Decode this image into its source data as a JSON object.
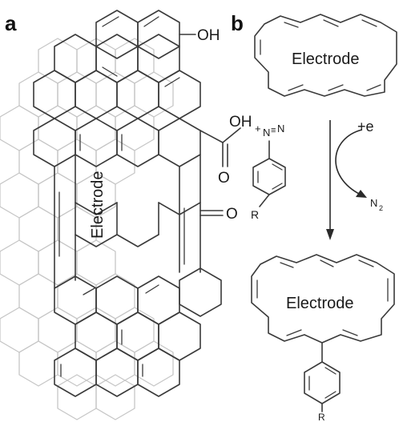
{
  "panels": {
    "a": {
      "letter": "a",
      "electrode_label": "Electrode",
      "group_oh": "OH",
      "group_cooh_oh": "OH",
      "group_cooh_o": "O",
      "group_ketone_o": "O"
    },
    "b": {
      "letter": "b",
      "electrode_top": "Electrode",
      "electrode_bottom": "Electrode",
      "diazonium_charge": "+",
      "diazonium_n1": "N",
      "diazonium_triple": "≡",
      "diazonium_n2": "N",
      "diazonium_r": "R",
      "reagent": "+e",
      "byproduct_n": "N",
      "byproduct_sub": "2",
      "product_r": "R"
    }
  },
  "colors": {
    "bond": "#3a3a3a",
    "back_layer": "#c6c6c6"
  }
}
